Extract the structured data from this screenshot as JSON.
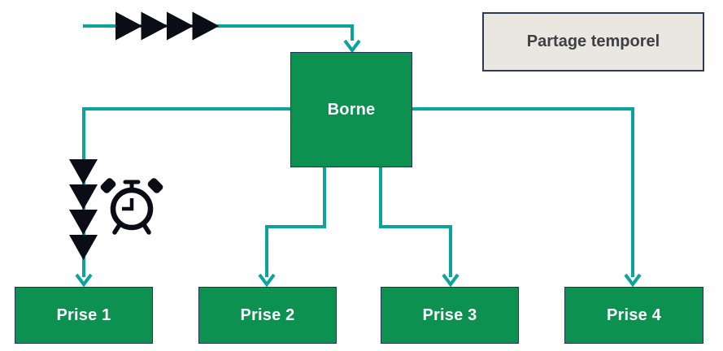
{
  "diagram": {
    "legend": {
      "label": "Partage temporel"
    },
    "nodes": {
      "borne": {
        "label": "Borne"
      },
      "prise1": {
        "label": "Prise 1"
      },
      "prise2": {
        "label": "Prise 2"
      },
      "prise3": {
        "label": "Prise 3"
      },
      "prise4": {
        "label": "Prise 4"
      }
    },
    "connections": [
      {
        "from": "inbound-flow",
        "to": "borne",
        "style": "teal-arrow"
      },
      {
        "from": "borne",
        "to": "prise1",
        "style": "teal-arrow-with-queue-and-timer"
      },
      {
        "from": "borne",
        "to": "prise2",
        "style": "teal-arrow"
      },
      {
        "from": "borne",
        "to": "prise3",
        "style": "teal-arrow"
      },
      {
        "from": "borne",
        "to": "prise4",
        "style": "teal-arrow"
      }
    ],
    "icons": {
      "inbound_queue": {
        "name": "triangle-right-icon",
        "count": 4
      },
      "outbound_queue": {
        "name": "triangle-down-icon",
        "count": 4
      },
      "timer": {
        "name": "alarm-clock-icon",
        "time_shown": "9:00"
      }
    }
  },
  "colors": {
    "node_green": "#0C9150",
    "connector_teal": "#0BA49A",
    "border_navy": "#24335A",
    "legend_bg": "#EAE7E1",
    "legend_border": "#2E3A55",
    "legend_text": "#3F4046",
    "icon_black": "#0A0D16",
    "node_text": "#FFFFFF",
    "background": "#FFFFFF"
  }
}
